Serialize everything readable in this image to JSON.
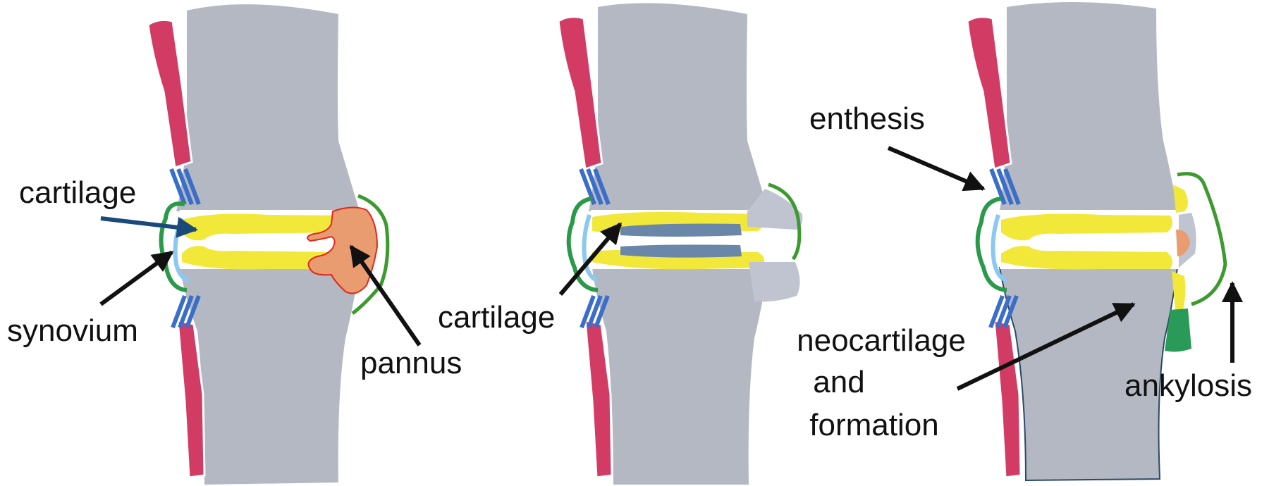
{
  "labels": {
    "panel1": {
      "cartilage": "cartilage",
      "synovium": "synovium",
      "pannus": "pannus"
    },
    "panel2": {
      "cartilage": "cartilage"
    },
    "panel3": {
      "enthesis": "enthesis",
      "neocartilage_line1": "neocartilage",
      "neocartilage_line2": "and",
      "neocartilage_line3": "formation",
      "ankylosis": "ankylosis"
    }
  },
  "colors": {
    "bone": "#b4b8c2",
    "cartilage": "#f2e83a",
    "synovium": "#2a9a4a",
    "synovial_fluid": "#8cc8f0",
    "ligament": "#d23c64",
    "tendon": "#3a6ec8",
    "pannus": "#e89c70",
    "pannus_outline": "#e0281e",
    "eroded_disc": "#6a86a8",
    "arrow": "#111111",
    "arrow_blue": "#1a4a7a"
  }
}
